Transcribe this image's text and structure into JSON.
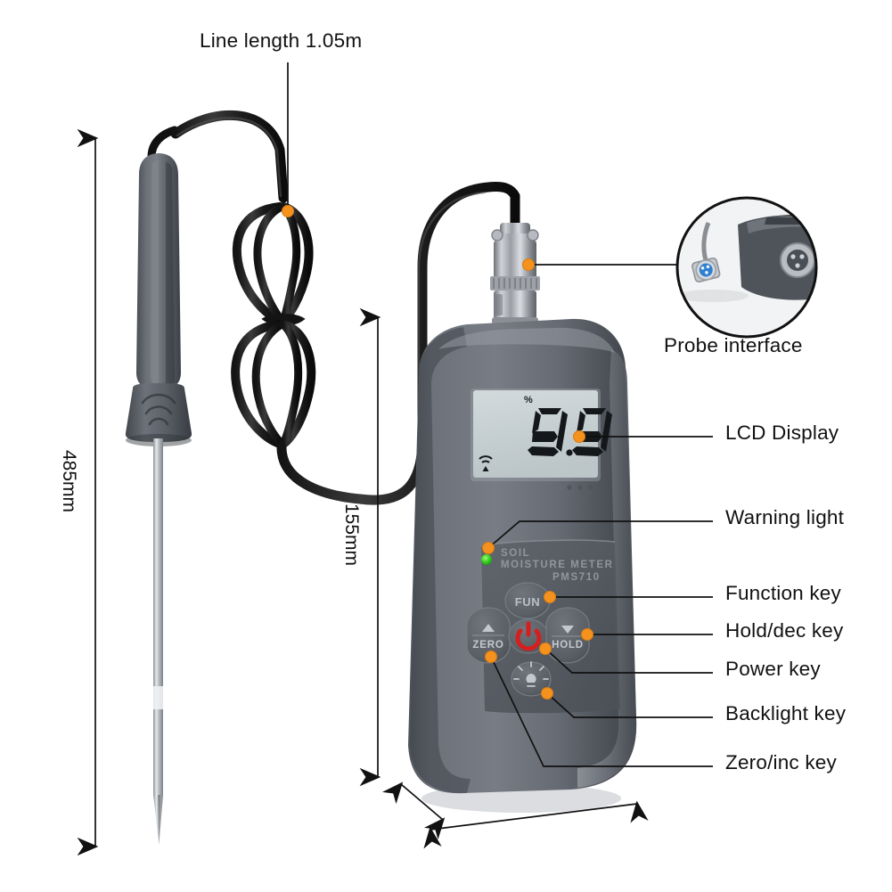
{
  "page": {
    "title": "Soil Moisture Meter product dimension diagram",
    "background": "#ffffff",
    "callout_dot_color": "#F5921E",
    "leader_line_color": "#111111",
    "text_color": "#111111"
  },
  "annotations": {
    "line_length": "Line length 1.05m",
    "probe_interface": "Probe interface",
    "lcd_display": "LCD Display",
    "warning_light": "Warning light",
    "function_key": "Function key",
    "hold_key": "Hold/dec key",
    "power_key": "Power key",
    "backlight_key": "Backlight key",
    "zero_key": "Zero/inc key"
  },
  "dimensions": {
    "probe_length": "485mm",
    "meter_height": "155mm"
  },
  "device": {
    "brand_line_1": "SOIL",
    "brand_line_2": "MOISTURE METER",
    "model": "PMS710",
    "body_color": "#6a6f76",
    "lcd": {
      "value": "9.9",
      "unit_symbol": "%",
      "signal_icon": "wifi-signal-icon",
      "screen_color": "#c9d2d4"
    },
    "led": {
      "name": "warning-led",
      "color": "#3fd42a"
    },
    "buttons": [
      {
        "id": "fun",
        "label": "FUN",
        "icon": "",
        "name": "function-key"
      },
      {
        "id": "zero",
        "label": "ZERO",
        "icon": "up-triangle-icon",
        "name": "zero-increment-key"
      },
      {
        "id": "power",
        "label": "",
        "icon": "power-icon",
        "name": "power-key"
      },
      {
        "id": "hold",
        "label": "HOLD",
        "icon": "down-triangle-icon",
        "name": "hold-decrement-key"
      },
      {
        "id": "backlight",
        "label": "",
        "icon": "bulb-icon",
        "name": "backlight-key"
      }
    ]
  },
  "inset": {
    "name": "probe-interface-closeup",
    "caption": "Probe interface"
  }
}
